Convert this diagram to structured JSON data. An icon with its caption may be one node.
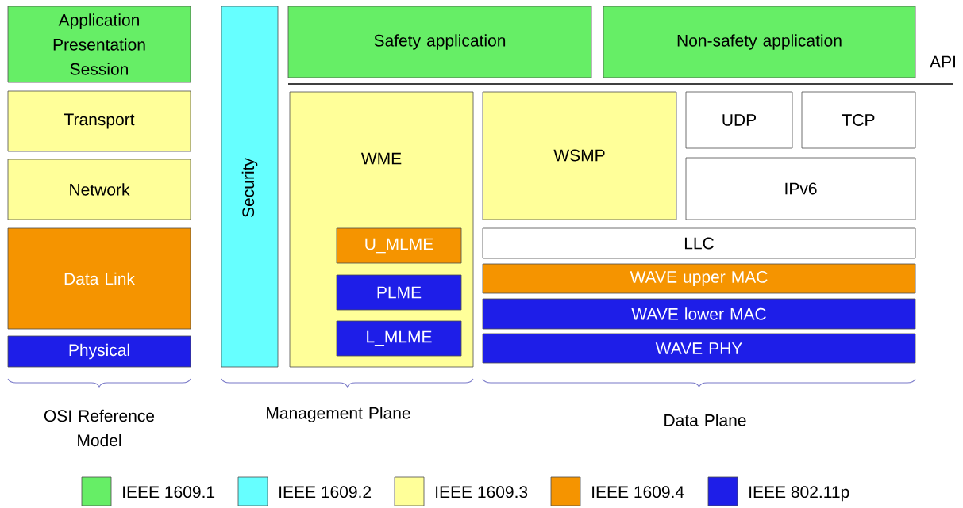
{
  "diagram": {
    "nodes": [
      {
        "text": [
          "Application Presentation Session"
        ]
      },
      {
        "text": [
          "Transport"
        ]
      },
      {
        "text": [
          "Network"
        ]
      },
      {
        "text": [
          "Data Link"
        ]
      },
      {
        "text": [
          "Physical"
        ]
      },
      {
        "text": [
          "Security"
        ]
      },
      {
        "text": [
          "Safety application"
        ]
      },
      {
        "text": [
          "Non-safety application"
        ]
      },
      {
        "text": [
          "WME"
        ]
      },
      {
        "text": [
          "U_MLME"
        ],
        "in": 8
      },
      {
        "text": [
          "PLME"
        ],
        "in": 8
      },
      {
        "text": [
          "L_MLME"
        ],
        "in": 8
      },
      {
        "text": [
          "WSMP"
        ]
      },
      {
        "text": [
          "UDP"
        ]
      },
      {
        "text": [
          "TCP"
        ]
      },
      {
        "text": [
          "IPv6"
        ]
      },
      {
        "text": [
          "LLC"
        ]
      },
      {
        "text": [
          "WAVE upper MAC"
        ]
      },
      {
        "text": [
          "WAVE lower MAC"
        ]
      },
      {
        "text": [
          "WAVE PHY"
        ]
      }
    ],
    "labels": [
      "API",
      "OSI Reference Model",
      "Management Plane",
      "Data Plane"
    ],
    "legend": [
      {
        "text": "IEEE 1609.1",
        "color": "#66ee66"
      },
      {
        "text": "IEEE 1609.2",
        "color": "#66ffff"
      },
      {
        "text": "IEEE 1609.3",
        "color": "#ffff99"
      },
      {
        "text": "IEEE 1609.4",
        "color": "#f59400"
      },
      {
        "text": "IEEE 802.11p",
        "color": "#1e1ee8"
      }
    ]
  }
}
